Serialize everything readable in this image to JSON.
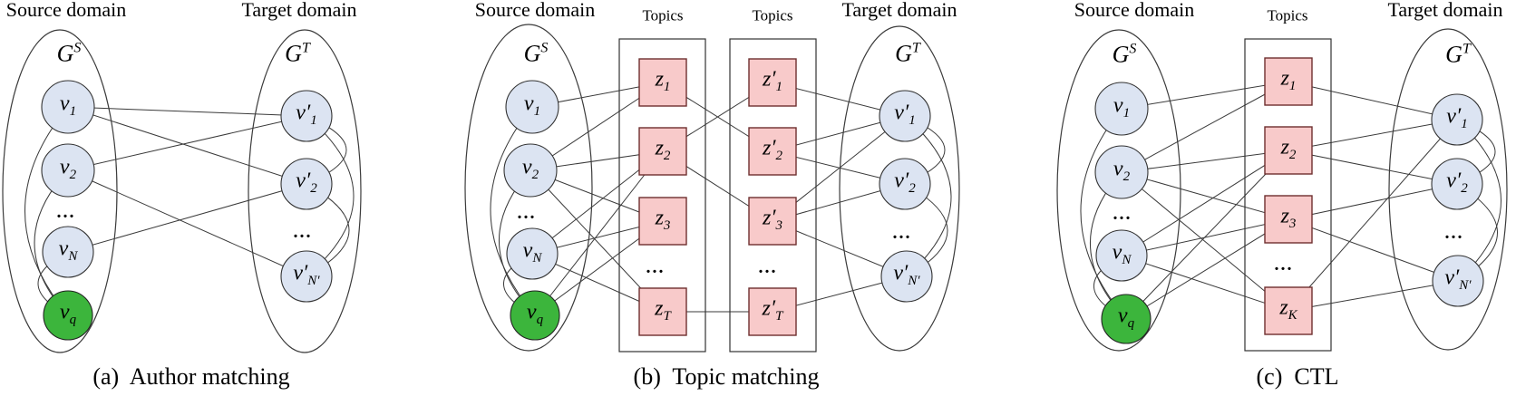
{
  "colors": {
    "member_fill": "#dce4f2",
    "member_stroke": "#333333",
    "query_fill": "#3cb53c",
    "query_stroke": "#222222",
    "topic_fill": "#f8caca",
    "topic_stroke": "#6e2f2f",
    "edge": "#3a3a3a"
  },
  "figure": {
    "panels": [
      {
        "id": "a",
        "caption": "(a)  Author matching",
        "headers": [
          "Source domain",
          "Target domain"
        ],
        "group_labels": [
          {
            "base": "G",
            "sup": "S"
          },
          {
            "base": "G",
            "sup": "T"
          }
        ],
        "nodes": [
          {
            "id": "v1",
            "base": "v",
            "sub": "1",
            "prime": false,
            "kind": "member"
          },
          {
            "id": "v2",
            "base": "v",
            "sub": "2",
            "prime": false,
            "kind": "member"
          },
          {
            "id": "dS",
            "kind": "dots",
            "label": "..."
          },
          {
            "id": "vN",
            "base": "v",
            "sub": "N",
            "prime": false,
            "kind": "member"
          },
          {
            "id": "vq",
            "base": "v",
            "sub": "q",
            "prime": false,
            "kind": "query"
          },
          {
            "id": "vp1",
            "base": "v",
            "sub": "1",
            "prime": true,
            "kind": "member"
          },
          {
            "id": "vp2",
            "base": "v",
            "sub": "2",
            "prime": true,
            "kind": "member"
          },
          {
            "id": "dT",
            "kind": "dots",
            "label": "..."
          },
          {
            "id": "vpN",
            "base": "v",
            "sub": "N′",
            "prime": true,
            "kind": "member"
          }
        ],
        "edges": [
          [
            "v1",
            "vp1"
          ],
          [
            "v1",
            "vp2"
          ],
          [
            "v2",
            "vp1"
          ],
          [
            "v2",
            "vpN"
          ],
          [
            "vN",
            "vp2"
          ]
        ],
        "curved_edges": [
          [
            "vq",
            "v1"
          ],
          [
            "vq",
            "v2"
          ],
          [
            "vq",
            "vN"
          ],
          [
            "vp1",
            "vp2"
          ],
          [
            "vp1",
            "vpN"
          ],
          [
            "vp2",
            "vpN"
          ]
        ]
      },
      {
        "id": "b",
        "caption": "(b)  Topic matching",
        "headers": [
          "Source domain",
          "Topics",
          "Topics",
          "Target domain"
        ],
        "group_labels": [
          {
            "base": "G",
            "sup": "S"
          },
          {
            "base": "G",
            "sup": "T"
          }
        ],
        "nodes": [
          {
            "id": "v1",
            "base": "v",
            "sub": "1",
            "prime": false,
            "kind": "member"
          },
          {
            "id": "v2",
            "base": "v",
            "sub": "2",
            "prime": false,
            "kind": "member"
          },
          {
            "id": "dS",
            "kind": "dots",
            "label": "..."
          },
          {
            "id": "vN",
            "base": "v",
            "sub": "N",
            "prime": false,
            "kind": "member"
          },
          {
            "id": "vq",
            "base": "v",
            "sub": "q",
            "prime": false,
            "kind": "query"
          },
          {
            "id": "z1",
            "base": "z",
            "sub": "1",
            "prime": false,
            "kind": "topic"
          },
          {
            "id": "z2",
            "base": "z",
            "sub": "2",
            "prime": false,
            "kind": "topic"
          },
          {
            "id": "z3",
            "base": "z",
            "sub": "3",
            "prime": false,
            "kind": "topic"
          },
          {
            "id": "dZ",
            "kind": "dots",
            "label": "..."
          },
          {
            "id": "zT",
            "base": "z",
            "sub": "T",
            "prime": false,
            "kind": "topic"
          },
          {
            "id": "zp1",
            "base": "z",
            "sub": "1",
            "prime": true,
            "kind": "topic"
          },
          {
            "id": "zp2",
            "base": "z",
            "sub": "2",
            "prime": true,
            "kind": "topic"
          },
          {
            "id": "zp3",
            "base": "z",
            "sub": "3",
            "prime": true,
            "kind": "topic"
          },
          {
            "id": "dZp",
            "kind": "dots",
            "label": "..."
          },
          {
            "id": "zpT",
            "base": "z",
            "sub": "T",
            "prime": true,
            "kind": "topic"
          },
          {
            "id": "vp1",
            "base": "v",
            "sub": "1",
            "prime": true,
            "kind": "member"
          },
          {
            "id": "vp2",
            "base": "v",
            "sub": "2",
            "prime": true,
            "kind": "member"
          },
          {
            "id": "dT",
            "kind": "dots",
            "label": "..."
          },
          {
            "id": "vpN",
            "base": "v",
            "sub": "N′",
            "prime": true,
            "kind": "member"
          }
        ],
        "edges": [
          [
            "v1",
            "z1"
          ],
          [
            "v2",
            "z1"
          ],
          [
            "v2",
            "z2"
          ],
          [
            "v2",
            "z3"
          ],
          [
            "v2",
            "zT"
          ],
          [
            "vN",
            "z2"
          ],
          [
            "vN",
            "z3"
          ],
          [
            "vN",
            "zT"
          ],
          [
            "vq",
            "z2"
          ],
          [
            "vq",
            "z3"
          ],
          [
            "z1",
            "zp2"
          ],
          [
            "z2",
            "zp1"
          ],
          [
            "z2",
            "zp3"
          ],
          [
            "zT",
            "zpT"
          ],
          [
            "zp1",
            "vp1"
          ],
          [
            "zp2",
            "vp1"
          ],
          [
            "zp2",
            "vp2"
          ],
          [
            "zp3",
            "vp1"
          ],
          [
            "zp3",
            "vp2"
          ],
          [
            "zp3",
            "vpN"
          ],
          [
            "zpT",
            "vpN"
          ]
        ],
        "curved_edges": [
          [
            "vq",
            "v1"
          ],
          [
            "vq",
            "v2"
          ],
          [
            "vq",
            "vN"
          ],
          [
            "vp1",
            "vp2"
          ],
          [
            "vp1",
            "vpN"
          ],
          [
            "vp2",
            "vpN"
          ]
        ]
      },
      {
        "id": "c",
        "caption": "(c)  CTL",
        "headers": [
          "Source domain",
          "Topics",
          "Target domain"
        ],
        "group_labels": [
          {
            "base": "G",
            "sup": "S"
          },
          {
            "base": "G",
            "sup": "T"
          }
        ],
        "nodes": [
          {
            "id": "v1",
            "base": "v",
            "sub": "1",
            "prime": false,
            "kind": "member"
          },
          {
            "id": "v2",
            "base": "v",
            "sub": "2",
            "prime": false,
            "kind": "member"
          },
          {
            "id": "dS",
            "kind": "dots",
            "label": "..."
          },
          {
            "id": "vN",
            "base": "v",
            "sub": "N",
            "prime": false,
            "kind": "member"
          },
          {
            "id": "vq",
            "base": "v",
            "sub": "q",
            "prime": false,
            "kind": "query"
          },
          {
            "id": "z1",
            "base": "z",
            "sub": "1",
            "prime": false,
            "kind": "topic"
          },
          {
            "id": "z2",
            "base": "z",
            "sub": "2",
            "prime": false,
            "kind": "topic"
          },
          {
            "id": "z3",
            "base": "z",
            "sub": "3",
            "prime": false,
            "kind": "topic"
          },
          {
            "id": "dZ",
            "kind": "dots",
            "label": "..."
          },
          {
            "id": "zK",
            "base": "z",
            "sub": "K",
            "prime": false,
            "kind": "topic"
          },
          {
            "id": "vp1",
            "base": "v",
            "sub": "1",
            "prime": true,
            "kind": "member"
          },
          {
            "id": "vp2",
            "base": "v",
            "sub": "2",
            "prime": true,
            "kind": "member"
          },
          {
            "id": "dT",
            "kind": "dots",
            "label": "..."
          },
          {
            "id": "vpN",
            "base": "v",
            "sub": "N′",
            "prime": true,
            "kind": "member"
          }
        ],
        "edges": [
          [
            "v1",
            "z1"
          ],
          [
            "v2",
            "z1"
          ],
          [
            "v2",
            "z2"
          ],
          [
            "v2",
            "z3"
          ],
          [
            "v2",
            "zK"
          ],
          [
            "vN",
            "z2"
          ],
          [
            "vN",
            "z3"
          ],
          [
            "vN",
            "zK"
          ],
          [
            "vq",
            "z2"
          ],
          [
            "vq",
            "z3"
          ],
          [
            "z1",
            "vp1"
          ],
          [
            "z2",
            "vp1"
          ],
          [
            "z2",
            "vp2"
          ],
          [
            "z3",
            "vp2"
          ],
          [
            "z3",
            "vpN"
          ],
          [
            "zK",
            "vp1"
          ],
          [
            "zK",
            "vpN"
          ]
        ],
        "curved_edges": [
          [
            "vq",
            "v1"
          ],
          [
            "vq",
            "v2"
          ],
          [
            "vq",
            "vN"
          ],
          [
            "vp1",
            "vp2"
          ],
          [
            "vp1",
            "vpN"
          ],
          [
            "vp2",
            "vpN"
          ]
        ]
      }
    ]
  }
}
